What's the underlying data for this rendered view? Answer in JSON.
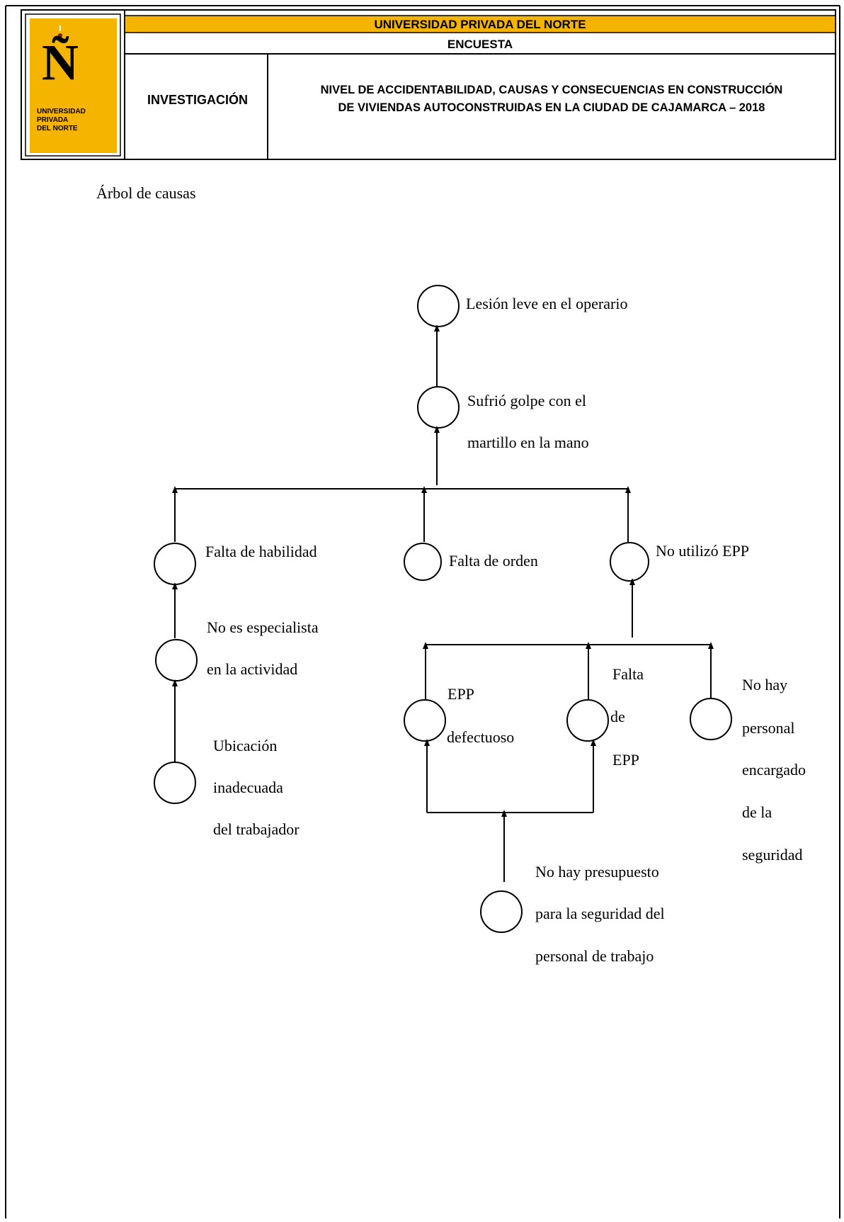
{
  "header": {
    "university": "UNIVERSIDAD PRIVADA DEL NORTE",
    "doc_type": "ENCUESTA",
    "category": "INVESTIGACIÓN",
    "title_line1": "NIVEL DE ACCIDENTABILIDAD, CAUSAS Y CONSECUENCIAS EN CONSTRUCCIÓN",
    "title_line2": "DE VIVIENDAS AUTOCONSTRUIDAS EN LA CIUDAD DE CAJAMARCA – 2018",
    "logo": {
      "letter": "Ñ",
      "line1": "UNIVERSIDAD",
      "line2": "PRIVADA",
      "line3": "DEL NORTE",
      "bg_color": "#f5b400"
    },
    "band_color": "#f5b400"
  },
  "section_title": "Árbol de causas",
  "tree": {
    "lesion": [
      "Lesión leve en el operario"
    ],
    "golpe": [
      "Sufrió golpe con el",
      "martillo en la mano"
    ],
    "habilidad": [
      "Falta de habilidad"
    ],
    "orden": [
      "Falta de orden"
    ],
    "epp_no": [
      "No utilizó EPP"
    ],
    "especialista": [
      "No es especialista",
      "en la actividad"
    ],
    "ubicacion": [
      "Ubicación",
      "inadecuada",
      "del trabajador"
    ],
    "epp_defectuoso": [
      "EPP",
      "defectuoso"
    ],
    "falta_epp": [
      "Falta",
      "de",
      "EPP"
    ],
    "personal": [
      "No hay",
      "personal",
      "encargado",
      "de la",
      "seguridad"
    ],
    "presupuesto": [
      "No hay presupuesto",
      "para la seguridad del",
      "personal de trabajo"
    ]
  }
}
